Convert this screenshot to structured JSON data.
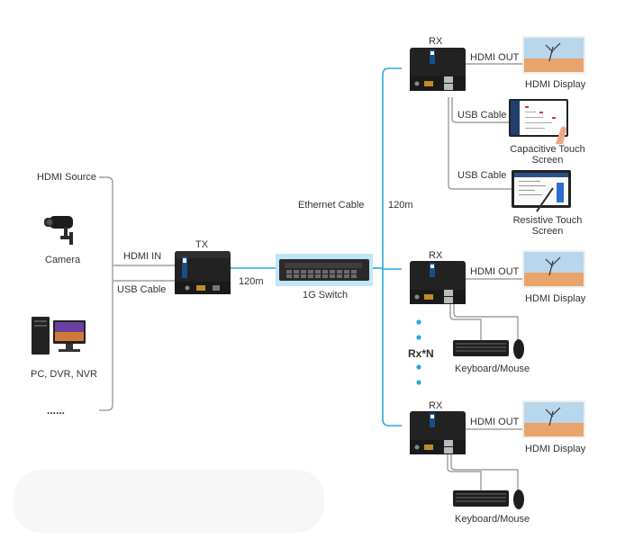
{
  "source": {
    "title": "HDMI Source",
    "camera": "Camera",
    "pc": "PC, DVR, NVR",
    "more": "......"
  },
  "tx": {
    "label": "TX",
    "hdmi_in": "HDMI  IN",
    "usb_cable": "USB Cable"
  },
  "links": {
    "tx_to_switch": "120m",
    "ethernet": "Ethernet Cable",
    "switch_to_rx": "120m"
  },
  "switch": {
    "label": "1G Switch"
  },
  "rx_units": [
    {
      "label": "RX",
      "hdmi_out": "HDMI  OUT",
      "display": "HDMI  Display",
      "usb_cable_1": "USB Cable",
      "touch_1": "Capacitive Touch Screen",
      "usb_cable_2": "USB Cable",
      "touch_2": "Resistive Touch Screen"
    },
    {
      "label": "RX",
      "hdmi_out": "HDMI  OUT",
      "display": "HDMI  Display",
      "peripheral": "Keyboard/Mouse"
    },
    {
      "label": "RX",
      "hdmi_out": "HDMI  OUT",
      "display": "HDMI  Display",
      "peripheral": "Keyboard/Mouse"
    }
  ],
  "rx_n": "Rx*N",
  "colors": {
    "link_blue": "#29a8e0",
    "line_gray": "#8c8c8c",
    "device": "#222222"
  }
}
